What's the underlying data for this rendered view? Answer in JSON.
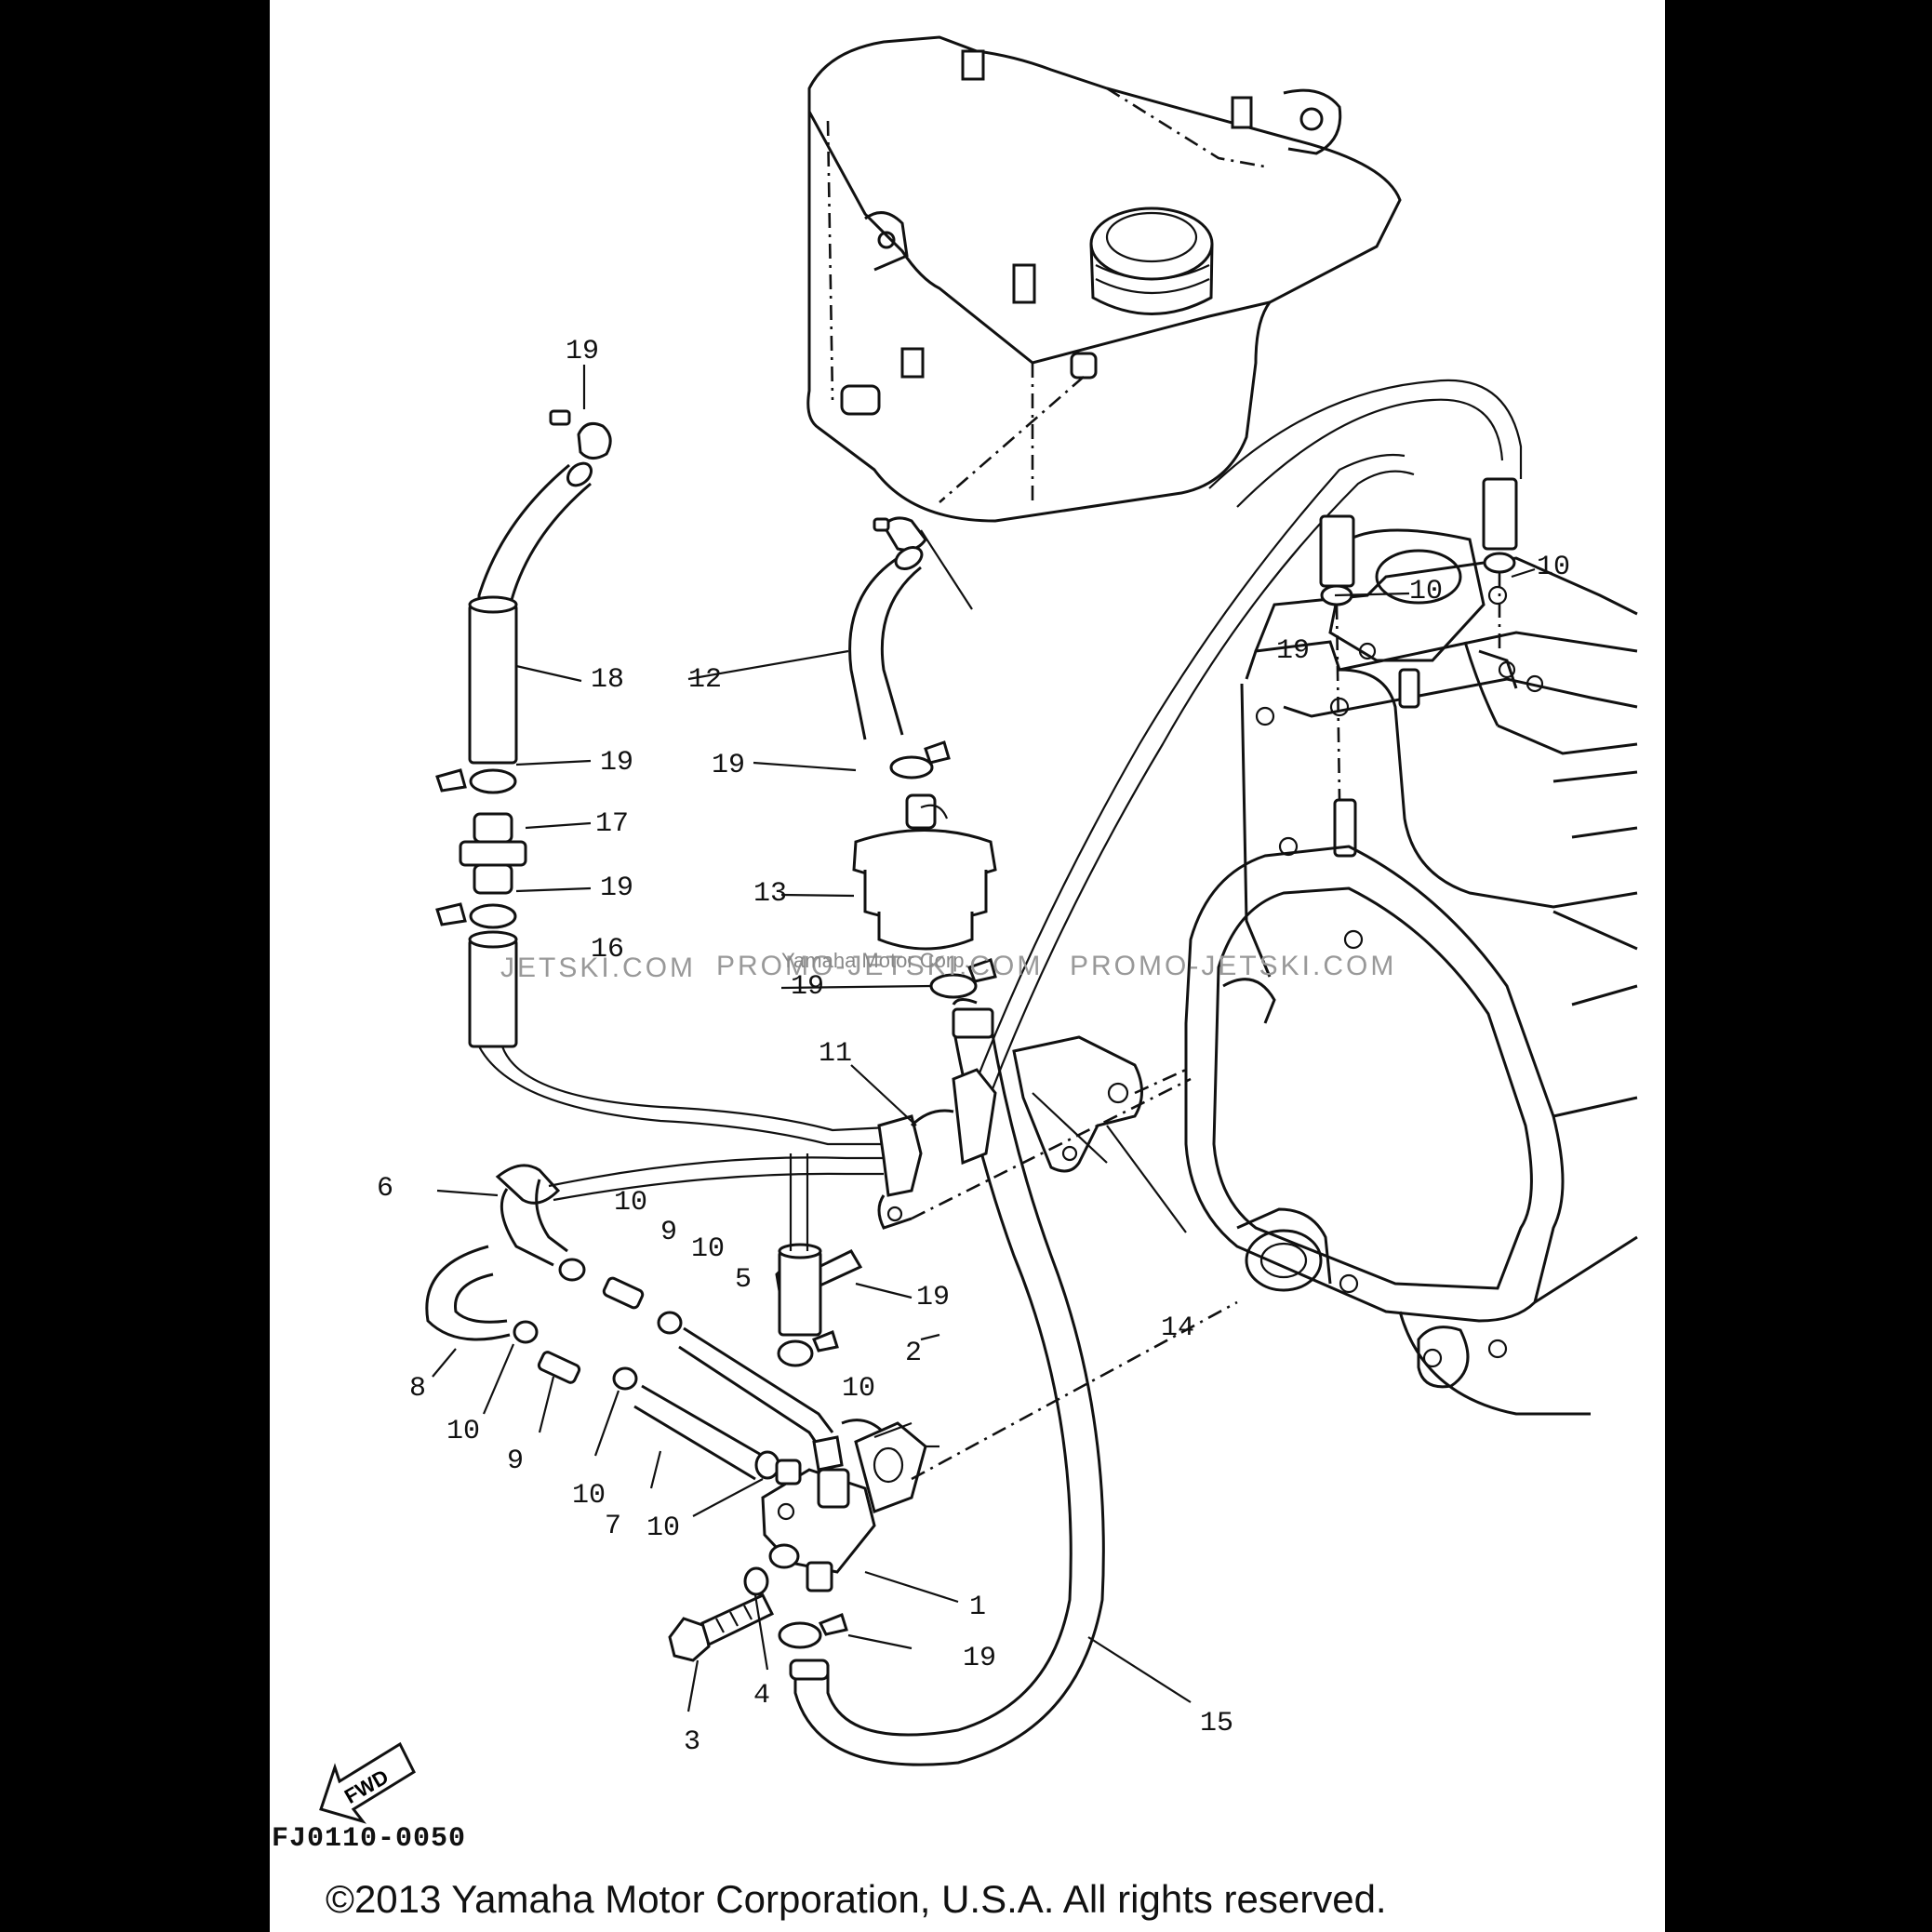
{
  "diagram_code": "FJ0110-0050",
  "copyright": "©2013 Yamaha Motor Corporation, U.S.A. All rights reserved.",
  "fwd_label": "FWD",
  "watermarks": {
    "left": "JETSKI.COM",
    "center": "PROMO-JETSKI.COM",
    "small": "Yamaha Motor Corp.",
    "right": "PROMO-JETSKI.COM"
  },
  "callouts": [
    "19",
    "19",
    "19",
    "19",
    "19",
    "19",
    "19",
    "19",
    "18",
    "17",
    "16",
    "13",
    "12",
    "11",
    "10",
    "10",
    "10",
    "10",
    "10",
    "10",
    "10",
    "10",
    "9",
    "9",
    "8",
    "7",
    "6",
    "5",
    "4",
    "3",
    "2",
    "1",
    "14",
    "15"
  ]
}
